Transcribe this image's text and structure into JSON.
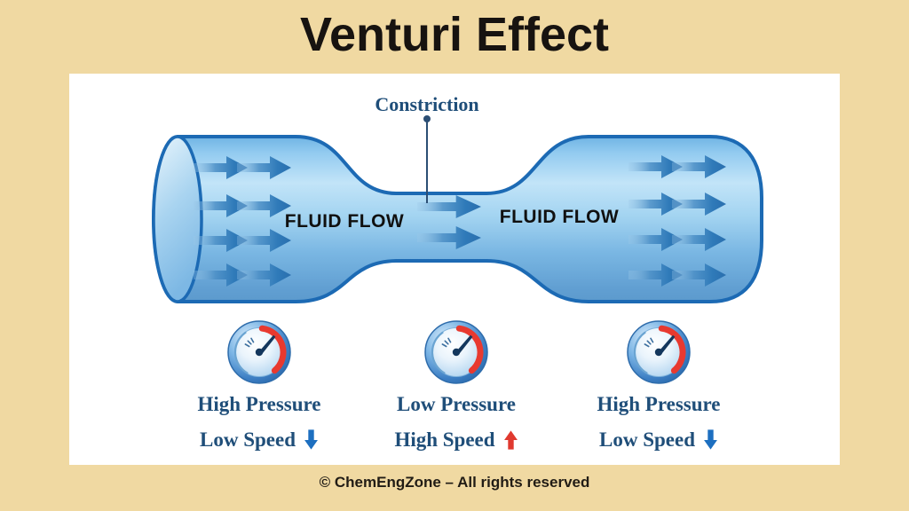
{
  "title": "Venturi Effect",
  "footer": "© ChemEngZone – All rights reserved",
  "colors": {
    "background": "#f0d9a2",
    "panel": "#ffffff",
    "pipe_fill_mid": "#9ccfef",
    "pipe_stroke": "#1c6ab4",
    "flow_arrow_blue": "#2a72b4",
    "label_navy": "#1f4e79",
    "title_text": "#171310",
    "gauge_red": "#e8392f",
    "speed_up_red": "#e0392f",
    "speed_down_blue": "#1d6fc0"
  },
  "diagram": {
    "constriction_label": "Constriction",
    "fluid_flow_left": "FLUID FLOW",
    "fluid_flow_right": "FLUID FLOW",
    "gauge_icon": "pressure-gauge"
  },
  "stations": [
    {
      "pressure": "High Pressure",
      "speed": "Low Speed",
      "speed_direction": "down"
    },
    {
      "pressure": "Low Pressure",
      "speed": "High Speed",
      "speed_direction": "up"
    },
    {
      "pressure": "High Pressure",
      "speed": "Low Speed",
      "speed_direction": "down"
    }
  ]
}
